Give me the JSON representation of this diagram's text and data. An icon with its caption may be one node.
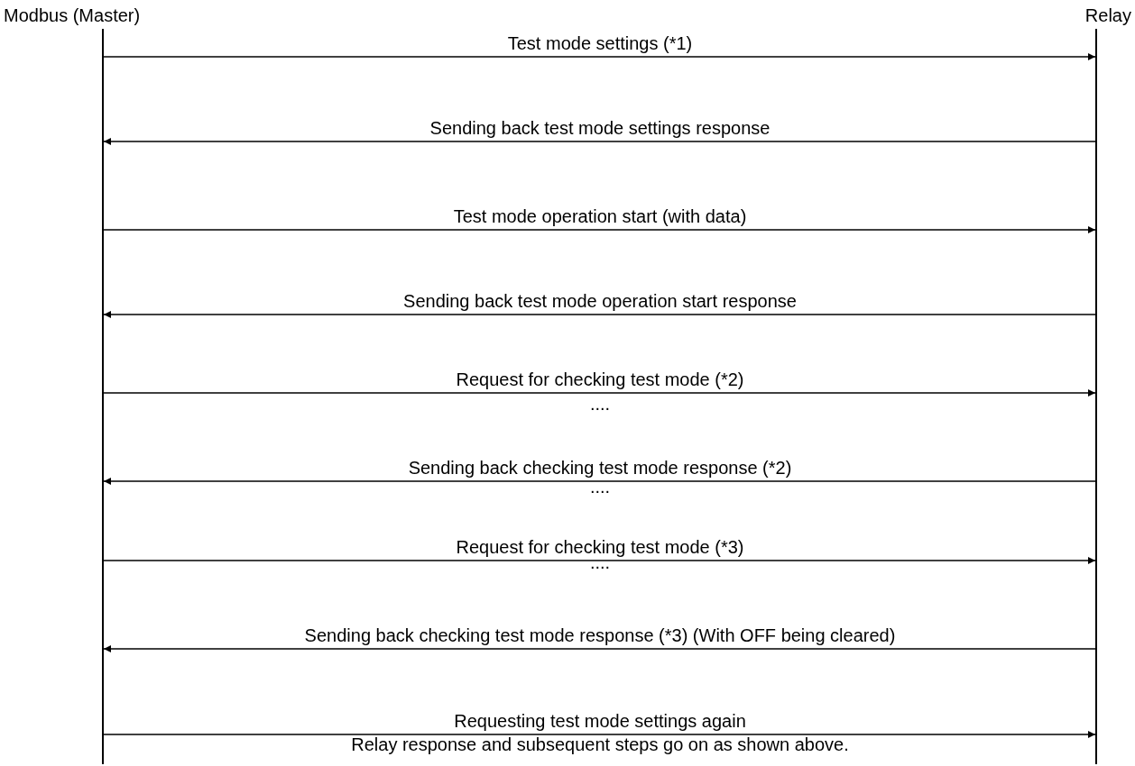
{
  "diagram": {
    "nodes": [
      {
        "text": [
          "Modbus (Master)"
        ]
      },
      {
        "text": [
          "Relay"
        ]
      },
      {
        "text": [],
        "shape": "bar"
      },
      {
        "text": [],
        "shape": "bar"
      }
    ],
    "edges": [
      {
        "from": 2,
        "to": 3,
        "arrow": "to",
        "label": "Test mode settings (*1)"
      },
      {
        "from": 3,
        "to": 2,
        "arrow": "to",
        "label": "Sending back test mode settings response"
      },
      {
        "from": 2,
        "to": 3,
        "arrow": "to",
        "label": "Test mode operation start (with data)"
      },
      {
        "from": 3,
        "to": 2,
        "arrow": "to",
        "label": "Sending back test mode operation start response"
      },
      {
        "from": 2,
        "to": 3,
        "arrow": "to",
        "label": "Request for checking test mode (*2)"
      },
      {
        "from": 3,
        "to": 2,
        "arrow": "to",
        "label": "Sending back checking test mode response (*2)"
      },
      {
        "from": 2,
        "to": 3,
        "arrow": "to",
        "label": "Request for checking test mode (*3)"
      },
      {
        "from": 3,
        "to": 2,
        "arrow": "to",
        "label": "Sending back checking test mode response (*3) (With OFF being cleared)"
      },
      {
        "from": 2,
        "to": 3,
        "arrow": "to",
        "label": "Requesting test mode settings again"
      }
    ],
    "labels": [
      "....",
      "....",
      "....",
      "Relay response and subsequent steps go on as shown above."
    ]
  }
}
